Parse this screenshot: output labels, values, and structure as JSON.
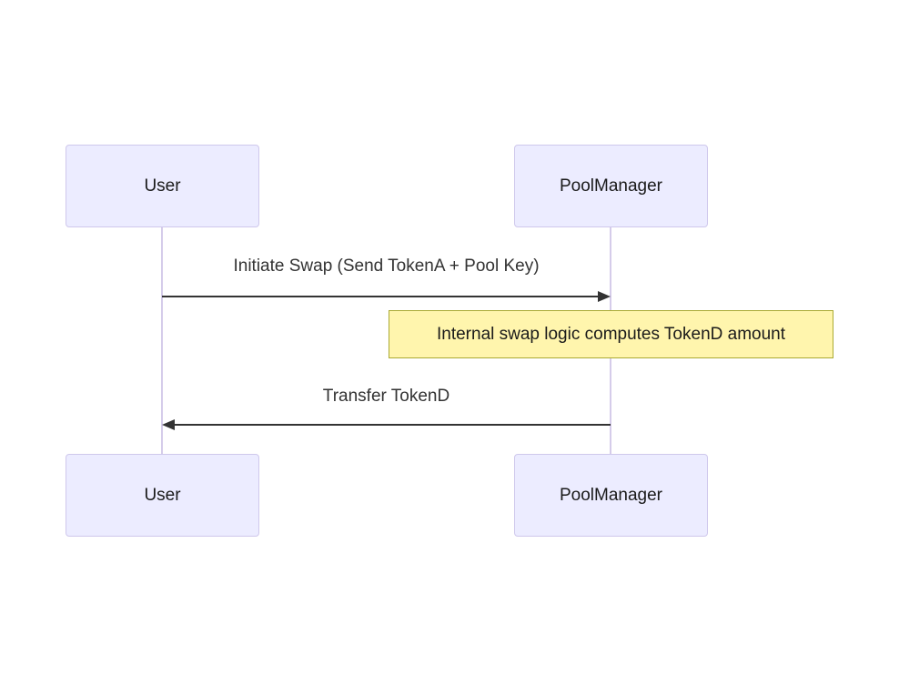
{
  "diagram": {
    "type": "sequence",
    "actors": [
      {
        "id": "user",
        "label": "User"
      },
      {
        "id": "poolmanager",
        "label": "PoolManager"
      }
    ],
    "messages": [
      {
        "from": "user",
        "to": "poolmanager",
        "label": "Initiate Swap (Send TokenA + Pool Key)",
        "arrow": "solid-right"
      },
      {
        "from": "poolmanager",
        "to": "user",
        "label": "Transfer TokenD",
        "arrow": "solid-left"
      }
    ],
    "notes": [
      {
        "over": "poolmanager",
        "label": "Internal swap logic computes TokenD amount"
      }
    ],
    "colors": {
      "actor_fill": "#ECECFF",
      "actor_border": "#CFC8EC",
      "lifeline": "#D5CCEA",
      "note_fill": "#FFF5AD",
      "note_border": "#AAAA33",
      "arrow": "#333333",
      "text": "#333333",
      "background": "#FFFFFF"
    }
  }
}
